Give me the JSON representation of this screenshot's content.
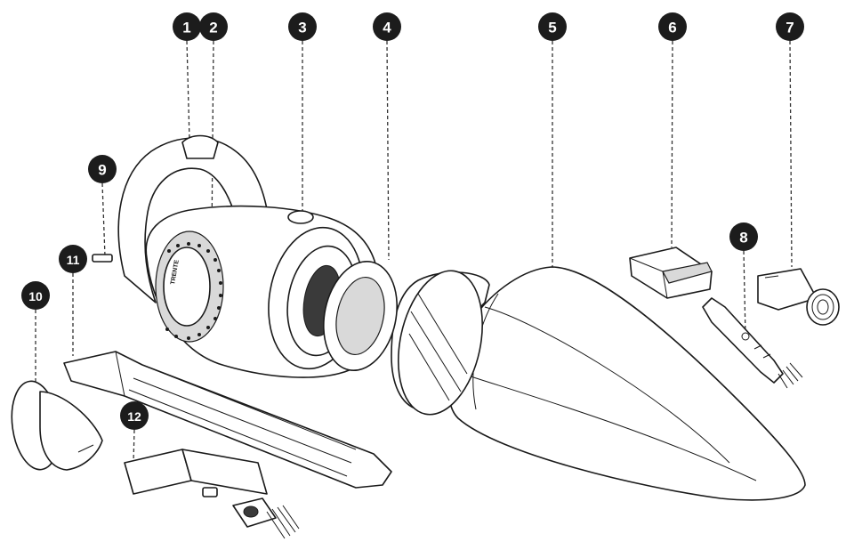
{
  "callouts": [
    {
      "label": "1"
    },
    {
      "label": "2"
    },
    {
      "label": "3"
    },
    {
      "label": "4"
    },
    {
      "label": "5"
    },
    {
      "label": "6"
    },
    {
      "label": "7"
    },
    {
      "label": "8"
    },
    {
      "label": "9"
    },
    {
      "label": "10"
    },
    {
      "label": "11"
    },
    {
      "label": "12"
    }
  ],
  "brand_logo_text": "TRENTE",
  "colors": {
    "badge": "#1c1c1c",
    "line": "#1a1a1a",
    "background": "#ffffff"
  }
}
